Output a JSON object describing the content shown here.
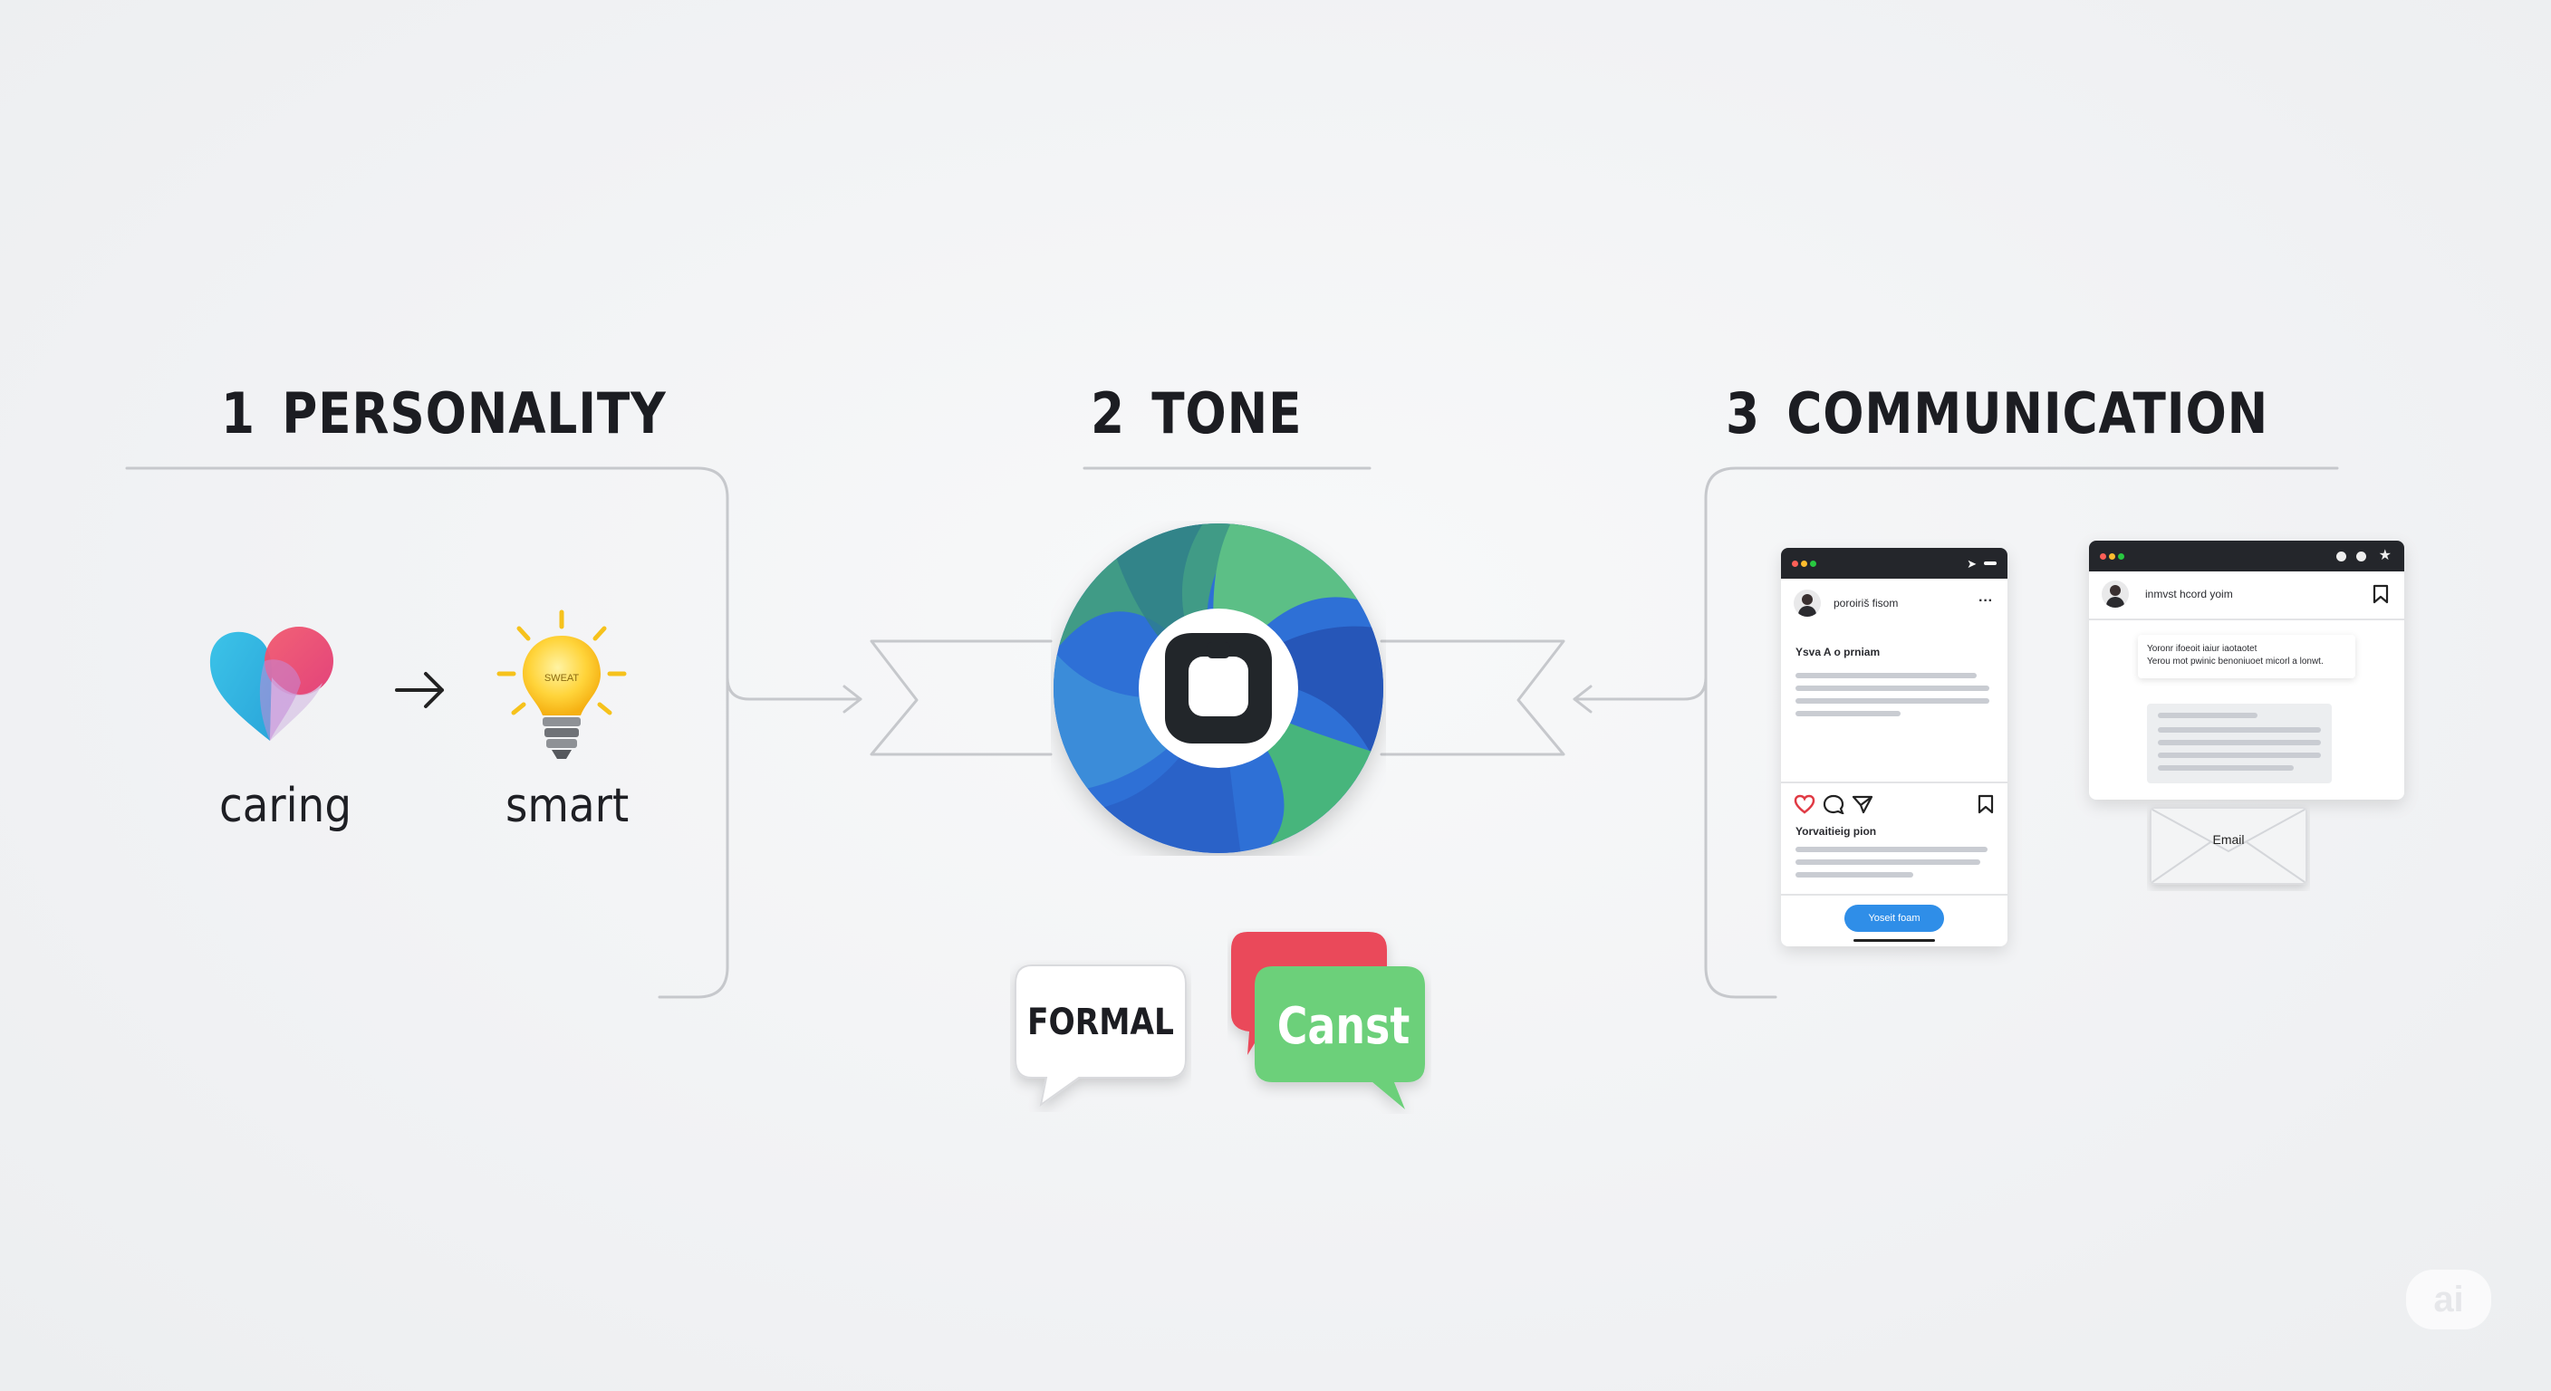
{
  "sections": [
    {
      "number": "1",
      "title": "PERSONALITY"
    },
    {
      "number": "2",
      "title": "TONE"
    },
    {
      "number": "3",
      "title": "COMMUNICATION"
    }
  ],
  "personality": {
    "trait_from": "caring",
    "trait_to": "smart",
    "bulb_text": "SWEAT"
  },
  "tone": {
    "bubble_formal": "FORMAL",
    "bubble_casual": "Canst"
  },
  "communication": {
    "social_card": {
      "username": "poroiriš fisom",
      "post_title": "Ysva A o prniam",
      "caption": "Yorvaitieig pion",
      "button_label": "Yoseit foam"
    },
    "email_card": {
      "username": "inmvst hcord yoim",
      "message_line1": "Yoronr ifoeoit iaiur iaotaotet",
      "message_line2": "Yerou mot pwinic benoniuoet micorl a lonwt."
    },
    "envelope_label": "Email"
  },
  "watermark": "ai",
  "colors": {
    "heading": "#1c1d22",
    "line": "#c6c8cc",
    "logo_green": "#4cb87a",
    "logo_blue": "#2f6fd6",
    "bubble_red": "#ea4a5a",
    "bubble_green": "#6cd07a",
    "button_blue": "#2f8ee8"
  },
  "icons": [
    "heart-icon",
    "arrow-right-icon",
    "lightbulb-icon",
    "logo-icon",
    "like-icon",
    "comment-icon",
    "share-icon",
    "bookmark-icon",
    "envelope-icon"
  ]
}
